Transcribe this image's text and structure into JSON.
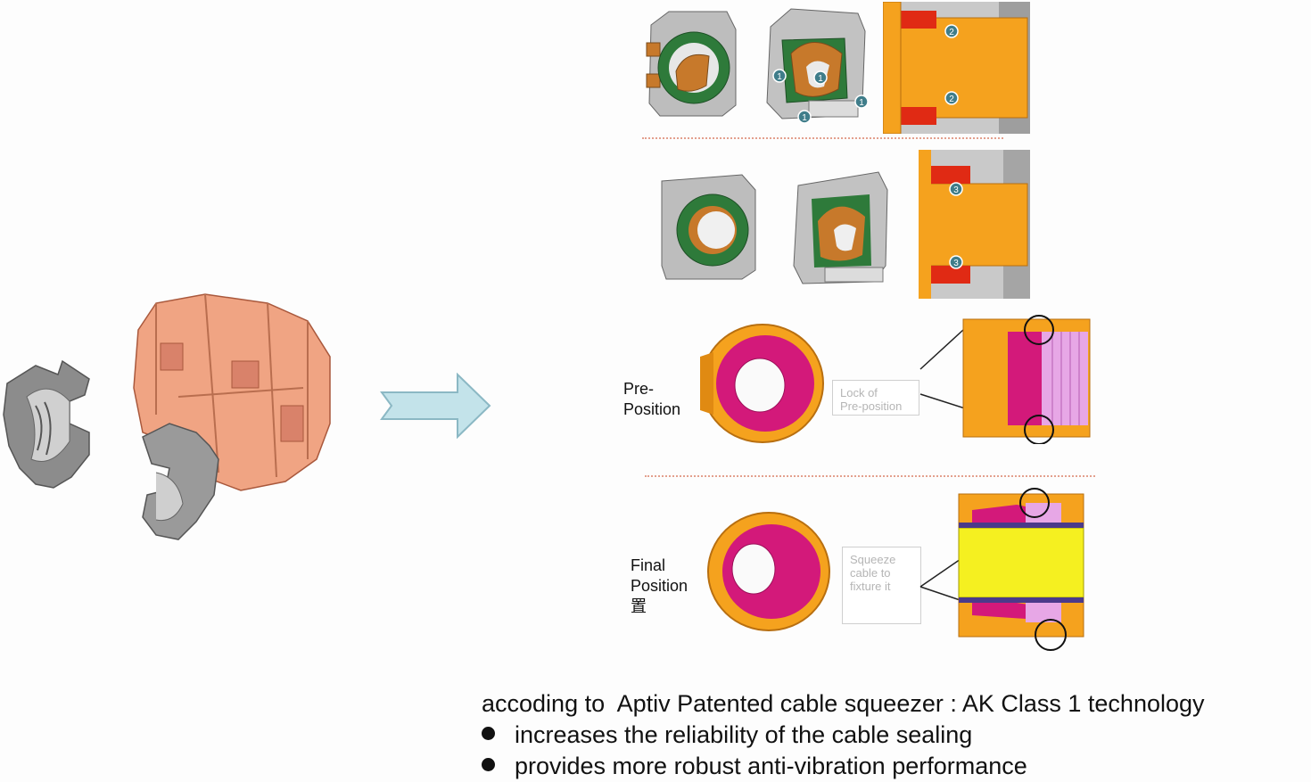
{
  "steps": [
    {
      "badges": [
        "1",
        "1",
        "1",
        "1",
        "2",
        "2"
      ]
    },
    {
      "badges": [
        "3",
        "3"
      ]
    },
    {
      "caption": "Pre-\nPosition",
      "note": "Lock of\nPre-position"
    },
    {
      "caption": "Final\nPosition\n置",
      "note": "Squeeze\ncable to\nfixture it"
    }
  ],
  "summary": {
    "heading": "accoding to  Aptiv Patented cable squeezer : AK Class 1 technology",
    "bullets": [
      "increases the reliability of the cable sealing",
      "provides more robust anti-vibration performance"
    ]
  },
  "colors": {
    "orange": "#f5a21e",
    "magenta": "#d3197a",
    "grey": "#b9b9b9",
    "green": "#2e7a3a",
    "copper": "#f0a483",
    "arrow": "#c3e3ea"
  },
  "icons": {
    "arrow": "right-arrow-icon",
    "badge": "numbered-circle-icon"
  }
}
